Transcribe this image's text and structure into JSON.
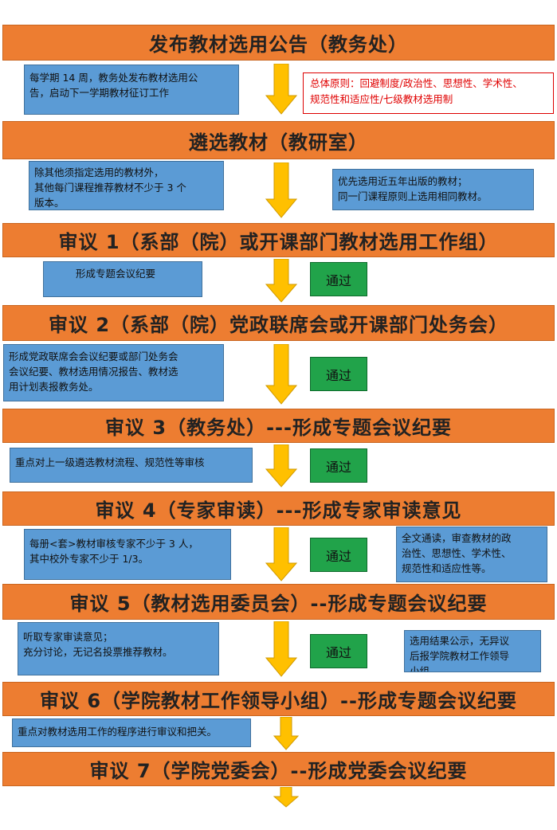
{
  "bars": {
    "b0": "发布教材选用公告（教务处）",
    "b1": "遴选教材（教研室）",
    "b2": "审议 1（系部（院）或开课部门教材选用工作组）",
    "b3": "审议 2（系部（院）党政联席会或开课部门处务会）",
    "b4": "审议 3（教务处）---形成专题会议纪要",
    "b5": "审议 4（专家审读）---形成专家审读意见",
    "b6": "审议 5（教材选用委员会）--形成专题会议纪要",
    "b7": "审议 6（学院教材工作领导小组）--形成专题会议纪要",
    "b8": "审议 7（学院党委会）--形成党委会议纪要"
  },
  "notes": {
    "n0": [
      "每学期 14 周，教务处发布教材选用公",
      "告，启动下一学期教材征订工作"
    ],
    "red": [
      "总体原则：回避制度/政治性、思想性、学术性、",
      "规范性和适应性/七级教材选用制"
    ],
    "n1l": [
      "除其他须指定选用的教材外，",
      "其他每门课程推荐教材不少于 3 个",
      "版本。"
    ],
    "n1r": [
      "优先选用近五年出版的教材；",
      "同一门课程原则上选用相同教材。"
    ],
    "n2": [
      "形成专题会议纪要"
    ],
    "n3": [
      "形成党政联席会会议纪要或部门处务会",
      "会议纪要、教材选用情况报告、教材选",
      "用计划表报教务处。"
    ],
    "n4": [
      "重点对上一级遴选教材流程、规范性等审核"
    ],
    "n5l": [
      "每册<套>教材审核专家不少于 3 人，",
      "其中校外专家不少于 1/3。"
    ],
    "n5r": [
      "全文通读，审查教材的政",
      "治性、思想性、学术性、",
      "规范性和适应性等。"
    ],
    "n6l": [
      "听取专家审读意见；",
      "充分讨论，无记名投票推荐教材。"
    ],
    "n6r": [
      "选用结果公示，无异议",
      "后报学院教材工作领导",
      "小组。"
    ],
    "n7": [
      "重点对教材选用工作的程序进行审议和把关。"
    ]
  },
  "pass_label": "通过",
  "colors": {
    "bar": "#ED7D31",
    "note": "#5B9BD5",
    "pass": "#21A34A",
    "arrow": "#FFC000",
    "principle_text": "#E00000"
  }
}
